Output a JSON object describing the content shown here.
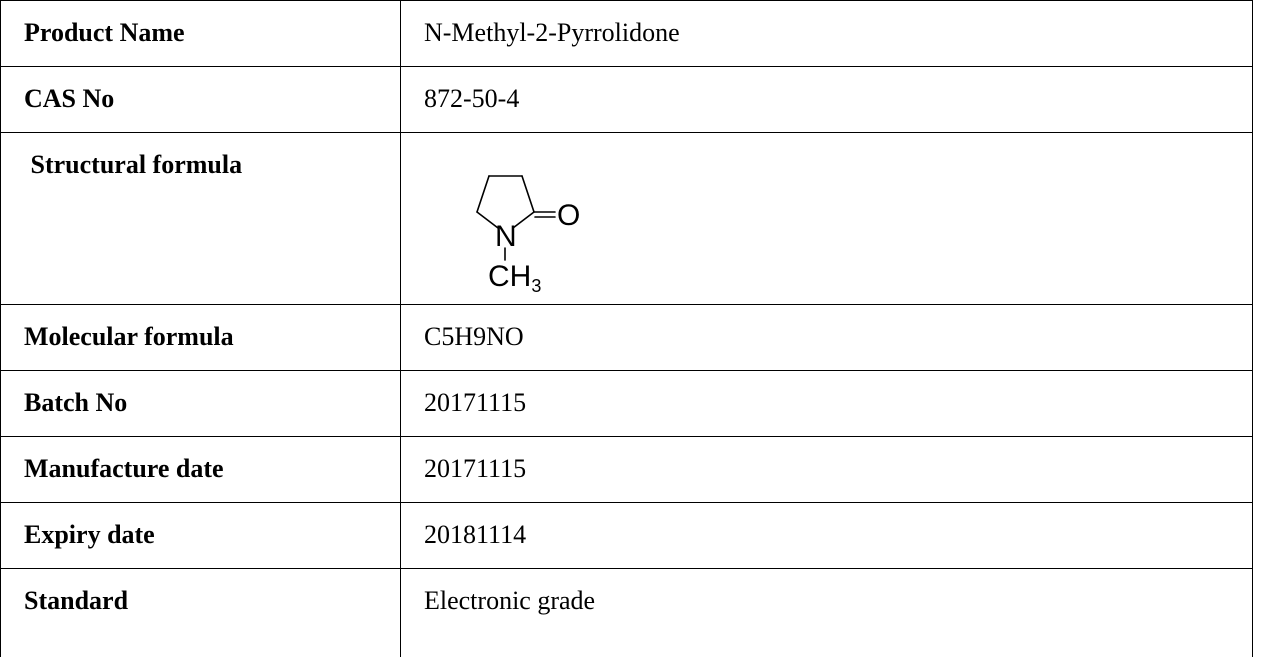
{
  "rows": [
    {
      "label": "Product Name",
      "value": "N-Methyl-2-Pyrrolidone"
    },
    {
      "label": "CAS No",
      "value": "872-50-4"
    },
    {
      "label": "Structural formula",
      "value": ""
    },
    {
      "label": "Molecular formula",
      "value": "C5H9NO"
    },
    {
      "label": "Batch No",
      "value": "20171115"
    },
    {
      "label": "Manufacture date",
      "value": "20171115"
    },
    {
      "label": "Expiry date",
      "value": "20181114"
    },
    {
      "label": "Standard",
      "value": "Electronic grade"
    }
  ],
  "structure": {
    "oxygen_label": "O",
    "nitrogen_label": "N",
    "methyl_label": "CH",
    "methyl_subscript": "3"
  }
}
